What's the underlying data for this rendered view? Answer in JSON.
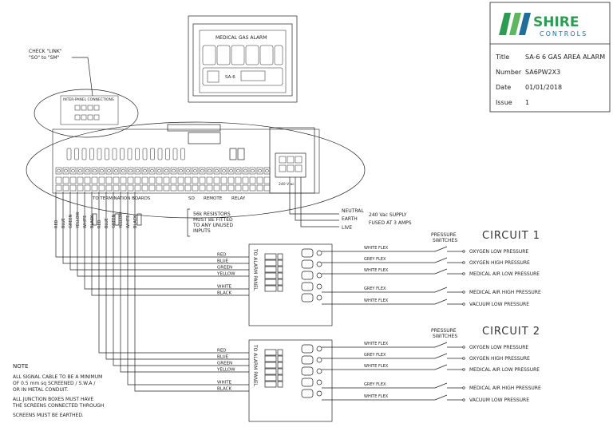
{
  "title_block": {
    "logo_main": "SHIRE",
    "logo_sub": "CONTROLS",
    "brand_color": "#2e9b52",
    "brand_blue": "#1f6f9a",
    "rows": [
      {
        "label": "Title",
        "value": "SA-6 6 GAS AREA ALARM"
      },
      {
        "label": "Number",
        "value": "SA6PW2X3"
      },
      {
        "label": "Date",
        "value": "01/01/2018"
      },
      {
        "label": "Issue",
        "value": "1"
      }
    ]
  },
  "panel": {
    "label": "MEDICAL GAS ALARM",
    "model": "SA-6"
  },
  "callouts": {
    "check_link": "CHECK \"LINK\"",
    "check_link2": "\"SO\" to \"SM\"",
    "inter_panel": "INTER-PANEL CONNECTIONS",
    "to_termination": "TO TERMINATION BOARDS",
    "so": "SO",
    "remote": "REMOTE",
    "relay": "RELAY",
    "neutral": "NEUTRAL",
    "earth": "EARTH",
    "live": "LIVE",
    "supply1": "240 Vac SUPPLY",
    "supply2": "FUSED AT 3 AMPS",
    "resistor1": "56k RESISTORS",
    "resistor2": "MUST BE FITTED",
    "resistor3": "TO ANY UNUSED",
    "resistor4": "INPUTS",
    "vac": "240 V ac"
  },
  "vertical_wires": [
    "RED",
    "BLUE",
    "GREEN",
    "YELLOW",
    "WHITE",
    "BLACK",
    "RED",
    "BLUE",
    "GREEN",
    "YELLOW",
    "WHITE",
    "BLACK"
  ],
  "circuits": [
    {
      "title": "CIRCUIT  1",
      "switches_label": "PRESSURE SWITCHES",
      "box_label": "TO ALARM PANEL",
      "wires": [
        "RED",
        "BLUE",
        "GREEN",
        "YELLOW",
        "WHITE",
        "BLACK"
      ],
      "flex": [
        "WHITE FLEX",
        "GREY FLEX",
        "WHITE FLEX",
        "GREY FLEX",
        "WHITE FLEX"
      ],
      "outputs": [
        "OXYGEN LOW PRESSURE",
        "OXYGEN HIGH PRESSURE",
        "MEDICAL AIR LOW PRESSURE",
        "MEDICAL AIR HIGH PRESSURE",
        "VACUUM LOW PRESSURE"
      ]
    },
    {
      "title": "CIRCUIT  2",
      "switches_label": "PRESSURE SWITCHES",
      "box_label": "TO ALARM PANEL",
      "wires": [
        "RED",
        "BLUE",
        "GREEN",
        "YELLOW",
        "WHITE",
        "BLACK"
      ],
      "flex": [
        "WHITE FLEX",
        "GREY FLEX",
        "WHITE FLEX",
        "GREY FLEX",
        "WHITE FLEX"
      ],
      "outputs": [
        "OXYGEN LOW PRESSURE",
        "OXYGEN HIGH PRESSURE",
        "MEDICAL AIR LOW PRESSURE",
        "MEDICAL AIR HIGH PRESSURE",
        "VACUUM LOW PRESSURE"
      ]
    }
  ],
  "notes": {
    "heading": "NOTE",
    "lines": [
      "ALL SIGNAL CABLE TO BE A MINIMUM",
      "OF 0.5 mm sq SCREENED / S.W.A /",
      "OR IN METAL CONDUIT.",
      "ALL JUNCTION BOXES MUST HAVE",
      "THE SCREENS CONNECTED THROUGH",
      "SCREENS MUST BE EARTHED."
    ]
  }
}
